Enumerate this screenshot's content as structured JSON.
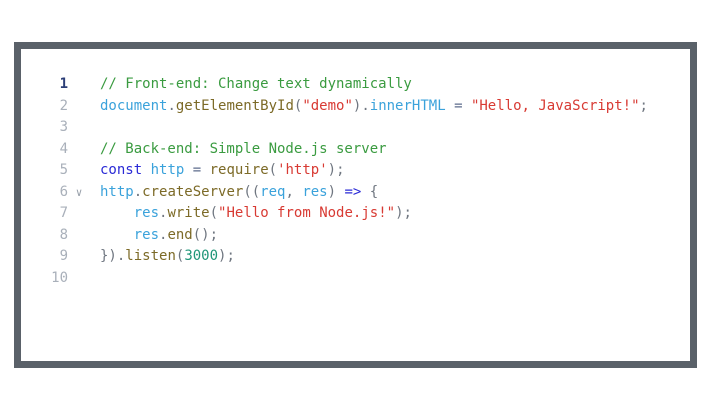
{
  "editor": {
    "background_color": "#ffffff",
    "frame_color": "#5a6169",
    "line_number_color": "#a9b0ba",
    "active_line_number_color": "#2b3e77",
    "active_line_number": 1,
    "fold_line_number": 6,
    "fold_icon": "chevron-down",
    "fold_icon_glyph": "∨",
    "fold_icon_color": "#98a0aa",
    "token_colors": {
      "comment": "#3a9b40",
      "keyword": "#2a2ad6",
      "variable": "#3aa2db",
      "function": "#7c6a27",
      "string": "#d83a33",
      "number": "#1f9678",
      "punct": "#6f7680",
      "operator": "#5d6c8d",
      "arrow": "#2a2ad6"
    },
    "lines": [
      {
        "number": 1,
        "tokens": [
          {
            "text": "// Front-end: Change text dynamically",
            "type": "comment"
          }
        ]
      },
      {
        "number": 2,
        "tokens": [
          {
            "text": "document",
            "type": "variable"
          },
          {
            "text": ".",
            "type": "punct"
          },
          {
            "text": "getElementById",
            "type": "function"
          },
          {
            "text": "(",
            "type": "punct"
          },
          {
            "text": "\"demo\"",
            "type": "string"
          },
          {
            "text": ").",
            "type": "punct"
          },
          {
            "text": "innerHTML",
            "type": "variable"
          },
          {
            "text": " ",
            "type": "punct"
          },
          {
            "text": "=",
            "type": "operator"
          },
          {
            "text": " ",
            "type": "punct"
          },
          {
            "text": "\"Hello, JavaScript!\"",
            "type": "string"
          },
          {
            "text": ";",
            "type": "punct"
          }
        ]
      },
      {
        "number": 3,
        "tokens": []
      },
      {
        "number": 4,
        "tokens": [
          {
            "text": "// Back-end: Simple Node.js server",
            "type": "comment"
          }
        ]
      },
      {
        "number": 5,
        "tokens": [
          {
            "text": "const",
            "type": "keyword"
          },
          {
            "text": " ",
            "type": "punct"
          },
          {
            "text": "http",
            "type": "variable"
          },
          {
            "text": " ",
            "type": "punct"
          },
          {
            "text": "=",
            "type": "operator"
          },
          {
            "text": " ",
            "type": "punct"
          },
          {
            "text": "require",
            "type": "function"
          },
          {
            "text": "(",
            "type": "punct"
          },
          {
            "text": "'http'",
            "type": "string"
          },
          {
            "text": ");",
            "type": "punct"
          }
        ]
      },
      {
        "number": 6,
        "tokens": [
          {
            "text": "http",
            "type": "variable"
          },
          {
            "text": ".",
            "type": "punct"
          },
          {
            "text": "createServer",
            "type": "function"
          },
          {
            "text": "((",
            "type": "punct"
          },
          {
            "text": "req",
            "type": "variable"
          },
          {
            "text": ", ",
            "type": "punct"
          },
          {
            "text": "res",
            "type": "variable"
          },
          {
            "text": ") ",
            "type": "punct"
          },
          {
            "text": "=>",
            "type": "arrow"
          },
          {
            "text": " {",
            "type": "punct"
          }
        ]
      },
      {
        "number": 7,
        "tokens": [
          {
            "text": "    ",
            "type": "punct"
          },
          {
            "text": "res",
            "type": "variable"
          },
          {
            "text": ".",
            "type": "punct"
          },
          {
            "text": "write",
            "type": "function"
          },
          {
            "text": "(",
            "type": "punct"
          },
          {
            "text": "\"Hello from Node.js!\"",
            "type": "string"
          },
          {
            "text": ");",
            "type": "punct"
          }
        ]
      },
      {
        "number": 8,
        "tokens": [
          {
            "text": "    ",
            "type": "punct"
          },
          {
            "text": "res",
            "type": "variable"
          },
          {
            "text": ".",
            "type": "punct"
          },
          {
            "text": "end",
            "type": "function"
          },
          {
            "text": "();",
            "type": "punct"
          }
        ]
      },
      {
        "number": 9,
        "tokens": [
          {
            "text": "}).",
            "type": "punct"
          },
          {
            "text": "listen",
            "type": "function"
          },
          {
            "text": "(",
            "type": "punct"
          },
          {
            "text": "3000",
            "type": "number"
          },
          {
            "text": ");",
            "type": "punct"
          }
        ]
      },
      {
        "number": 10,
        "tokens": []
      }
    ]
  }
}
